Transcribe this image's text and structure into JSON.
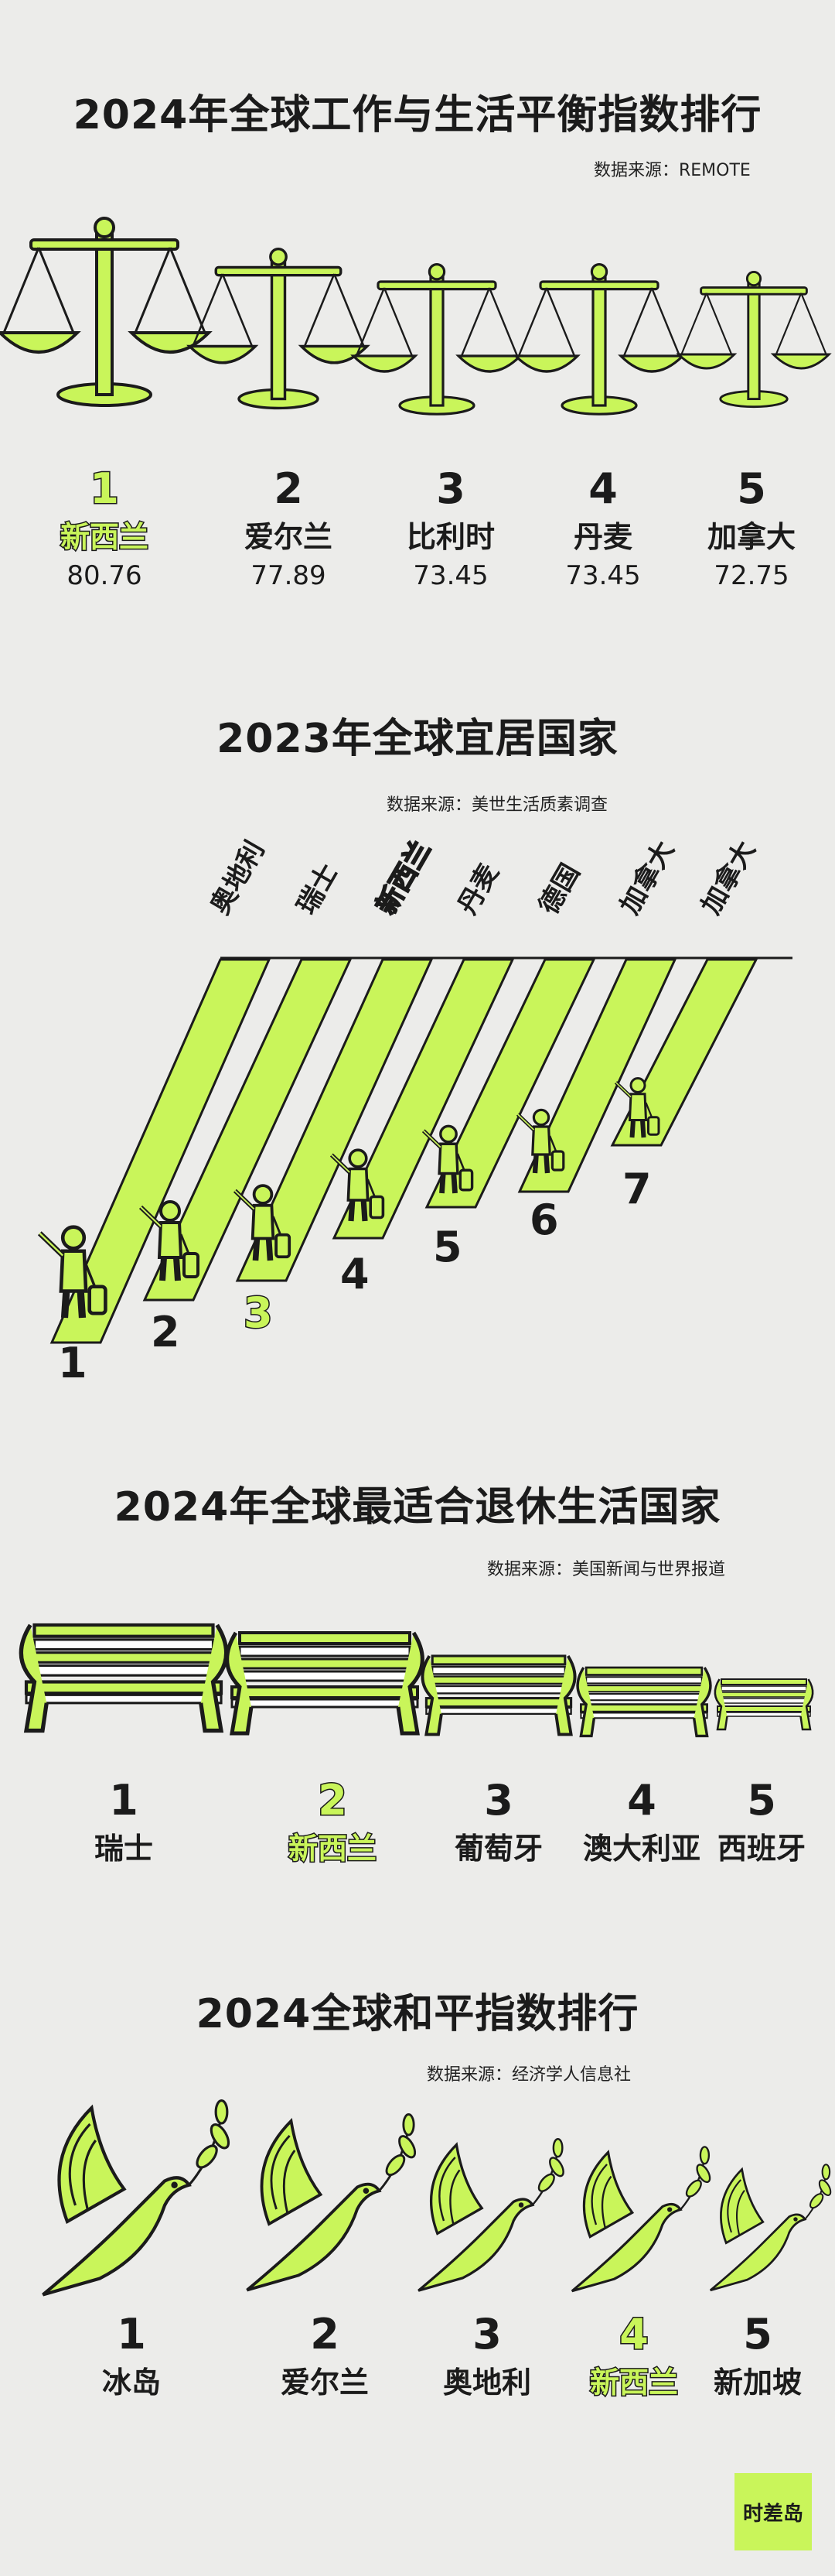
{
  "section1": {
    "title": "2024年全球工作与生活平衡指数排行",
    "source": "数据来源：REMOTE",
    "items": [
      {
        "rank": "1",
        "name": "新西兰",
        "score": "80.76",
        "icon": "scale-icon"
      },
      {
        "rank": "2",
        "name": "爱尔兰",
        "score": "77.89",
        "icon": "scale-icon"
      },
      {
        "rank": "3",
        "name": "比利时",
        "score": "73.45",
        "icon": "scale-icon"
      },
      {
        "rank": "4",
        "name": "丹麦",
        "score": "73.45",
        "icon": "scale-icon"
      },
      {
        "rank": "5",
        "name": "加拿大",
        "score": "72.75",
        "icon": "scale-icon"
      }
    ]
  },
  "section2": {
    "title": "2023年全球宜居国家",
    "source": "数据来源：美世生活质素调查",
    "items": [
      {
        "rank": "1",
        "name": "奥地利",
        "icon": "traveler-icon"
      },
      {
        "rank": "2",
        "name": "瑞士",
        "icon": "traveler-icon"
      },
      {
        "rank": "3",
        "name": "新西兰",
        "icon": "traveler-icon"
      },
      {
        "rank": "4",
        "name": "丹麦",
        "icon": "traveler-icon"
      },
      {
        "rank": "5",
        "name": "德国",
        "icon": "traveler-icon"
      },
      {
        "rank": "6",
        "name": "加拿大",
        "icon": "traveler-icon"
      },
      {
        "rank": "7",
        "name": "加拿大",
        "icon": "traveler-icon"
      }
    ]
  },
  "section3": {
    "title": "2024年全球最适合退休生活国家",
    "source": "数据来源：美国新闻与世界报道",
    "items": [
      {
        "rank": "1",
        "name": "瑞士",
        "icon": "bench-icon"
      },
      {
        "rank": "2",
        "name": "新西兰",
        "icon": "bench-icon"
      },
      {
        "rank": "3",
        "name": "葡萄牙",
        "icon": "bench-icon"
      },
      {
        "rank": "4",
        "name": "澳大利亚",
        "icon": "bench-icon"
      },
      {
        "rank": "5",
        "name": "西班牙",
        "icon": "bench-icon"
      }
    ]
  },
  "section4": {
    "title": "2024全球和平指数排行",
    "source": "数据来源：经济学人信息社",
    "items": [
      {
        "rank": "1",
        "name": "冰岛",
        "icon": "dove-icon"
      },
      {
        "rank": "2",
        "name": "爱尔兰",
        "icon": "dove-icon"
      },
      {
        "rank": "3",
        "name": "奥地利",
        "icon": "dove-icon"
      },
      {
        "rank": "4",
        "name": "新西兰",
        "icon": "dove-icon"
      },
      {
        "rank": "5",
        "name": "新加坡",
        "icon": "dove-icon"
      }
    ]
  },
  "logo": "时差岛",
  "colors": {
    "accent": "#c9f55a",
    "ink": "#1b1b1b",
    "background": "#ececea"
  }
}
